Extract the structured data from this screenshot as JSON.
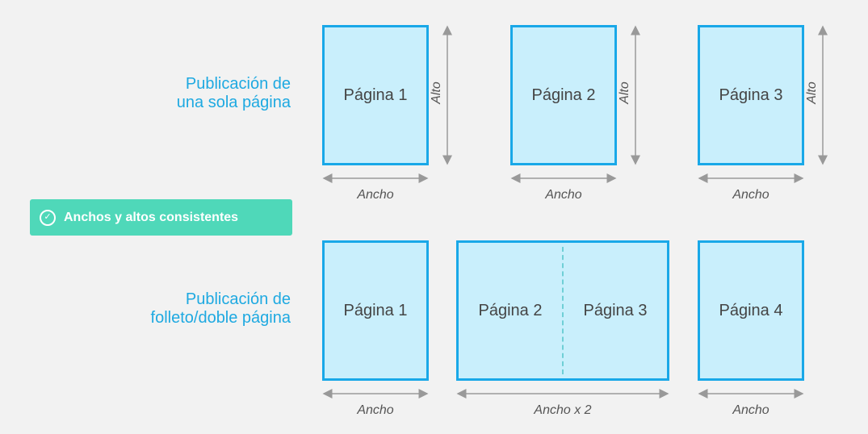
{
  "single": {
    "title_line1": "Publicación de",
    "title_line2": "una sola página",
    "pages": [
      "Página 1",
      "Página 2",
      "Página 3"
    ],
    "width_label": "Ancho",
    "height_label": "Alto"
  },
  "badge": {
    "text": "Anchos y altos consistentes",
    "icon": "check-circle-icon",
    "color": "#4fd8b9"
  },
  "spread": {
    "title_line1": "Publicación de",
    "title_line2": "folleto/doble página",
    "pages": [
      "Página 1",
      "Página 2",
      "Página 3",
      "Página 4"
    ],
    "width_label": "Ancho",
    "double_width_label": "Ancho x 2"
  },
  "colors": {
    "accent": "#1ea9e1",
    "page_fill": "#c9effc",
    "page_border": "#19a8e8"
  }
}
